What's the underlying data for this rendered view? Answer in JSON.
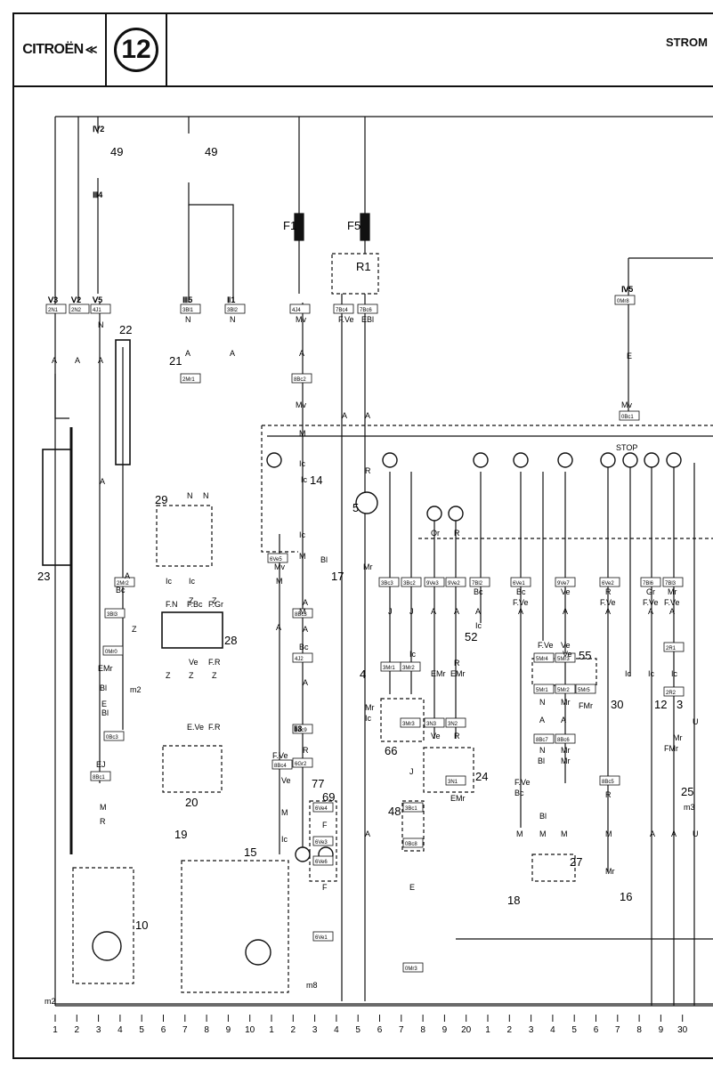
{
  "header": {
    "brand": "CITROËN",
    "brand_chevrons": "≪",
    "sheet_number": "12",
    "title": "STROM"
  },
  "components": [
    {
      "id": "49a",
      "label": "49"
    },
    {
      "id": "49b",
      "label": "49"
    },
    {
      "id": "22",
      "label": "22"
    },
    {
      "id": "21",
      "label": "21"
    },
    {
      "id": "23",
      "label": "23"
    },
    {
      "id": "29",
      "label": "29"
    },
    {
      "id": "28",
      "label": "28"
    },
    {
      "id": "20",
      "label": "20"
    },
    {
      "id": "19",
      "label": "19"
    },
    {
      "id": "10",
      "label": "10"
    },
    {
      "id": "15",
      "label": "15"
    },
    {
      "id": "14",
      "label": "14"
    },
    {
      "id": "17",
      "label": "17"
    },
    {
      "id": "5",
      "label": "5"
    },
    {
      "id": "4",
      "label": "4"
    },
    {
      "id": "66",
      "label": "66"
    },
    {
      "id": "48",
      "label": "48"
    },
    {
      "id": "24",
      "label": "24"
    },
    {
      "id": "52",
      "label": "52"
    },
    {
      "id": "55",
      "label": "55"
    },
    {
      "id": "27",
      "label": "27"
    },
    {
      "id": "18",
      "label": "18"
    },
    {
      "id": "16",
      "label": "16"
    },
    {
      "id": "30",
      "label": "30"
    },
    {
      "id": "12",
      "label": "12"
    },
    {
      "id": "3",
      "label": "3"
    },
    {
      "id": "25",
      "label": "25"
    },
    {
      "id": "69",
      "label": "69"
    },
    {
      "id": "77",
      "label": "77"
    },
    {
      "id": "R1",
      "label": "R1"
    },
    {
      "id": "F1",
      "label": "F1"
    },
    {
      "id": "F5",
      "label": "F5"
    }
  ],
  "connectors": [
    {
      "id": "c1",
      "label": "2N1"
    },
    {
      "id": "c2",
      "label": "2N2"
    },
    {
      "id": "c3",
      "label": "4J1"
    },
    {
      "id": "c4",
      "label": "3Bl1"
    },
    {
      "id": "c5",
      "label": "3Bl2"
    },
    {
      "id": "c6",
      "label": "4J4"
    },
    {
      "id": "c7",
      "label": "7Bc4"
    },
    {
      "id": "c8",
      "label": "7Bc6"
    },
    {
      "id": "c9",
      "label": "0Mr8"
    },
    {
      "id": "c10",
      "label": "2Mr1"
    },
    {
      "id": "c11",
      "label": "8Bc2"
    },
    {
      "id": "c12",
      "label": "0Bc1"
    },
    {
      "id": "c13",
      "label": "6Ve5"
    },
    {
      "id": "c14",
      "label": "3Bc3"
    },
    {
      "id": "c15",
      "label": "3Bc2"
    },
    {
      "id": "c16",
      "label": "9Ve3"
    },
    {
      "id": "c17",
      "label": "9Ve2"
    },
    {
      "id": "c18",
      "label": "7Bl2"
    },
    {
      "id": "c19",
      "label": "6Ve1"
    },
    {
      "id": "c20",
      "label": "9Ve7"
    },
    {
      "id": "c21",
      "label": "6Ve2"
    },
    {
      "id": "c22",
      "label": "7Bl6"
    },
    {
      "id": "c23",
      "label": "7Bl3"
    },
    {
      "id": "c24",
      "label": "2Mr2"
    },
    {
      "id": "c25",
      "label": "3Bl3"
    },
    {
      "id": "c26",
      "label": "0Mr0"
    },
    {
      "id": "c27",
      "label": "8Bc3"
    },
    {
      "id": "c28",
      "label": "4J2"
    },
    {
      "id": "c29",
      "label": "0Bc9"
    },
    {
      "id": "c30",
      "label": "6Gr2"
    },
    {
      "id": "c31",
      "label": "0Bc3"
    },
    {
      "id": "c32",
      "label": "8Bc1"
    },
    {
      "id": "c33",
      "label": "8Bc4"
    },
    {
      "id": "c34",
      "label": "3Mr1"
    },
    {
      "id": "c35",
      "label": "3Mr2"
    },
    {
      "id": "c36",
      "label": "3Mr3"
    },
    {
      "id": "c37",
      "label": "3N3"
    },
    {
      "id": "c38",
      "label": "3N2"
    },
    {
      "id": "c39",
      "label": "3N1"
    },
    {
      "id": "c40",
      "label": "3Bc1"
    },
    {
      "id": "c41",
      "label": "0Bc8"
    },
    {
      "id": "c42",
      "label": "0Mr3"
    },
    {
      "id": "c43",
      "label": "5Mr4"
    },
    {
      "id": "c44",
      "label": "5Mr3"
    },
    {
      "id": "c45",
      "label": "5Mr1"
    },
    {
      "id": "c46",
      "label": "5Mr2"
    },
    {
      "id": "c47",
      "label": "5Mr5"
    },
    {
      "id": "c48",
      "label": "8Bc7"
    },
    {
      "id": "c49",
      "label": "8Bc6"
    },
    {
      "id": "c50",
      "label": "8Bc5"
    },
    {
      "id": "c51",
      "label": "2R1"
    },
    {
      "id": "c52",
      "label": "2R2"
    },
    {
      "id": "c53",
      "label": "6Ve4"
    },
    {
      "id": "c54",
      "label": "6Ve3"
    },
    {
      "id": "c55",
      "label": "6Ve6"
    },
    {
      "id": "c56",
      "label": "6Ve1"
    }
  ],
  "wire_labels": {
    "A": "A",
    "N": "N",
    "M": "M",
    "Mv": "Mv",
    "E": "E",
    "Bl": "Bl",
    "Ic": "Ic",
    "Mr": "Mr",
    "Z": "Z",
    "J": "J",
    "R": "R",
    "Ve": "Ve",
    "Bc": "Bc",
    "Gr": "Gr",
    "U": "U",
    "FVe": "F.Ve",
    "EBl": "EBl",
    "EMr": "EMr",
    "FMr": "FMr",
    "EJ": "EJ",
    "FN": "F.N",
    "FBc": "F.Bc",
    "FGr": "F.Gr",
    "FR": "F.R",
    "EVe": "E.Ve",
    "Or": "Or",
    "STOP": "STOP",
    "m2": "m2",
    "m3": "m3",
    "m8": "m8",
    "F": "F"
  },
  "roman_refs": [
    "Ⅴ3",
    "Ⅴ2",
    "Ⅴ5",
    "Ⅳ2",
    "Ⅲ4",
    "Ⅲ5",
    "Ⅱ1",
    "Ⅳ5",
    "Ⅱ3"
  ],
  "grid_numbers": [
    "1",
    "2",
    "3",
    "4",
    "5",
    "6",
    "7",
    "8",
    "9",
    "10",
    "1",
    "2",
    "3",
    "4",
    "5",
    "6",
    "7",
    "8",
    "9",
    "20",
    "1",
    "2",
    "3",
    "4",
    "5",
    "6",
    "7",
    "8",
    "9",
    "30"
  ]
}
